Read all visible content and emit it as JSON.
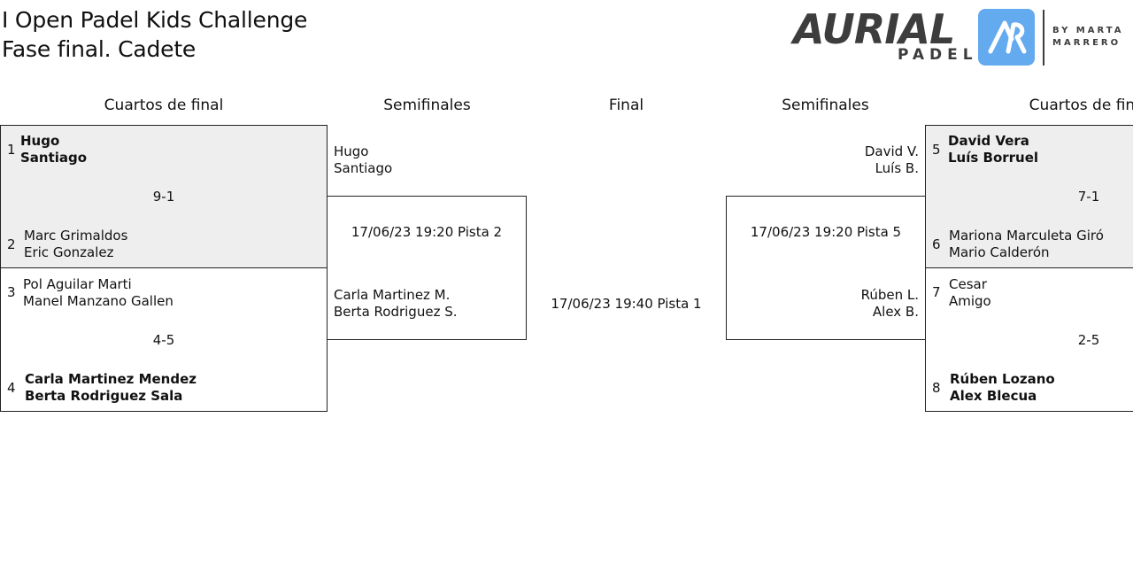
{
  "header": {
    "title_line1": "I Open Padel Kids Challenge",
    "title_line2": "Fase final. Cadete"
  },
  "logo": {
    "word": "AURIAL",
    "sub": "PADEL",
    "by_line1": "BY MARTA",
    "by_line2": "MARRERO",
    "badge_color": "#64aaee"
  },
  "rounds": {
    "left_qf": "Cuartos de final",
    "left_sf": "Semifinales",
    "final": "Final",
    "right_sf": "Semifinales",
    "right_qf": "Cuartos de final"
  },
  "left_qf": [
    {
      "team1": {
        "seed": "1",
        "p1": "Hugo",
        "p2": "Santiago",
        "winner": true
      },
      "team2": {
        "seed": "2",
        "p1": "Marc Grimaldos",
        "p2": "Eric Gonzalez",
        "winner": false
      },
      "score": "9-1",
      "shaded": true
    },
    {
      "team1": {
        "seed": "3",
        "p1": "Pol Aguilar Marti",
        "p2": "Manel Manzano Gallen",
        "winner": false
      },
      "team2": {
        "seed": "4",
        "p1": "Carla Martinez Mendez",
        "p2": "Berta Rodriguez Sala",
        "winner": true
      },
      "score": "4-5",
      "shaded": false
    }
  ],
  "left_sf": {
    "team1": {
      "p1": "Hugo",
      "p2": "Santiago"
    },
    "team2": {
      "p1": "Carla Martinez M.",
      "p2": "Berta Rodriguez S."
    },
    "schedule": "17/06/23 19:20 Pista 2"
  },
  "final": {
    "schedule": "17/06/23 19:40 Pista 1"
  },
  "right_sf": {
    "team1": {
      "p1": "David V.",
      "p2": "Luís B."
    },
    "team2": {
      "p1": "Rúben L.",
      "p2": "Alex B."
    },
    "schedule": "17/06/23 19:20 Pista 5"
  },
  "right_qf": [
    {
      "team1": {
        "seed": "5",
        "p1": "David Vera",
        "p2": "Luís Borruel",
        "winner": true
      },
      "team2": {
        "seed": "6",
        "p1": "Mariona Marculeta Giró",
        "p2": "Mario Calderón",
        "winner": false
      },
      "score": "7-1",
      "shaded": true
    },
    {
      "team1": {
        "seed": "7",
        "p1": "Cesar",
        "p2": "Amigo",
        "winner": false
      },
      "team2": {
        "seed": "8",
        "p1": "Rúben Lozano",
        "p2": "Alex Blecua",
        "winner": true
      },
      "score": "2-5",
      "shaded": false
    }
  ]
}
